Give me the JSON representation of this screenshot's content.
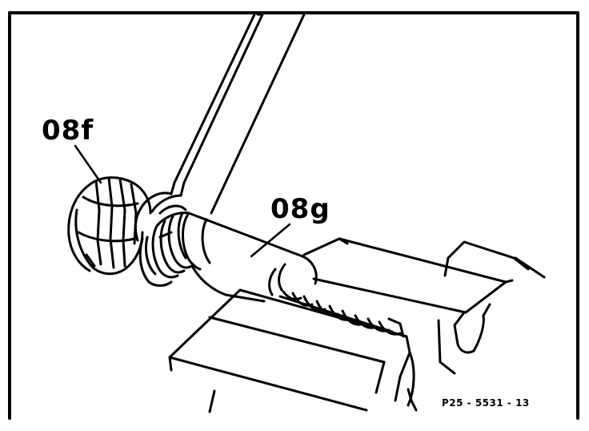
{
  "callouts": {
    "part_a": "08f",
    "part_b": "08g"
  },
  "figure_code": "P25 - 5531 - 13",
  "colors": {
    "line": "#000000",
    "background": "#ffffff"
  }
}
